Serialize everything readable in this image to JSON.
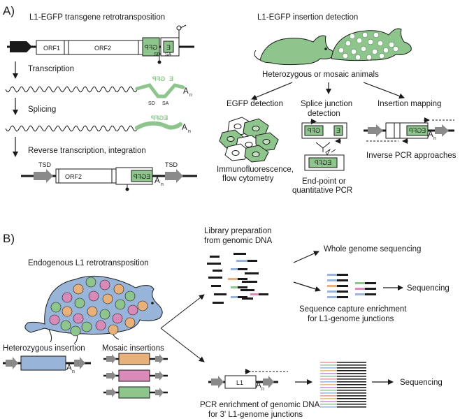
{
  "colors": {
    "green": "#8dc58c",
    "green_light": "#c6e2c2",
    "blue": "#98b4d8",
    "orange": "#e8b07a",
    "pink": "#d98ab8",
    "gray": "#8a8a8a",
    "black": "#1a1a1a"
  },
  "panelA": {
    "label": "A)",
    "left_title": "L1-EGFP transgene retrotransposition",
    "orf1": "ORF1",
    "orf2": "ORF2",
    "gfp_rev": "GFP",
    "e": "E",
    "sd": "SD",
    "sa": "SA",
    "transcription": "Transcription",
    "splicing": "Splicing",
    "rt": "Reverse transcription, integration",
    "gfp_green": "GFP",
    "e_green": "E",
    "egfp_green": "EGFP",
    "a": "A",
    "n": "n",
    "tsd": "TSD",
    "orf2_b": "ORF2",
    "egfp_box": "EGFP",
    "right_title": "L1-EGFP insertion detection",
    "animals": "Heterozygous or mosaic animals",
    "egfp_det": "EGFP detection",
    "splice_det_1": "Splice junction",
    "splice_det_2": "detection",
    "ins_map": "Insertion mapping",
    "immuno_1": "Immunofluorescence,",
    "immuno_2": "flow cytometry",
    "endpoint_1": "End-point or",
    "endpoint_2": "quantitative PCR",
    "inverse": "Inverse PCR approaches"
  },
  "panelB": {
    "label": "B)",
    "endogenous": "Endogenous L1 retrotransposition",
    "het": "Heterozygous insertion",
    "mosaic": "Mosaic insertions",
    "libprep_1": "Library preparation",
    "libprep_2": "from genomic DNA",
    "wgs": "Whole genome sequencing",
    "sequencing_1": "Sequencing",
    "capture_1": "Sequence capture enrichment",
    "capture_2": "for L1-genome junctions",
    "l1": "L1",
    "pcr_1": "PCR enrichment of genomic DNA",
    "pcr_2": "for 3' L1-genome junctions",
    "sequencing_2": "Sequencing"
  }
}
